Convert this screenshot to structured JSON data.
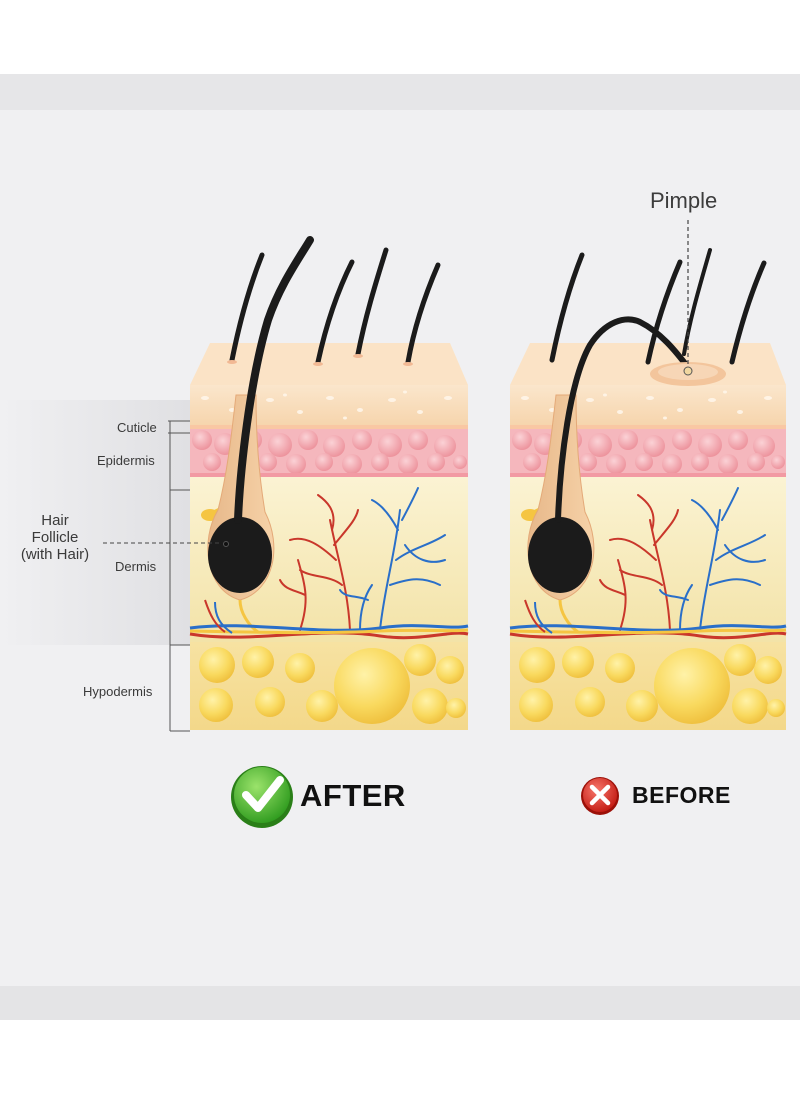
{
  "labels": {
    "cuticle": "Cuticle",
    "epidermis": "Epidermis",
    "follicle_line1": "Hair",
    "follicle_line2": "Follicle",
    "follicle_line3": "(with Hair)",
    "dermis": "Dermis",
    "hypodermis": "Hypodermis",
    "pimple": "Pimple"
  },
  "status": {
    "after": "AFTER",
    "before": "BEFORE"
  },
  "colors": {
    "check_green": "#3fae2a",
    "cross_red": "#d9261c",
    "vein_blue": "#2a6fc9",
    "artery_red": "#c9372b",
    "fat_yellow": "#f7d457",
    "epidermis_pink": "#f2a3aa",
    "cuticle_peach": "#f6d2a8",
    "dermis_cream": "#f7ecc0"
  },
  "icons": {
    "after": "check-circle-icon",
    "before": "cross-circle-icon"
  }
}
